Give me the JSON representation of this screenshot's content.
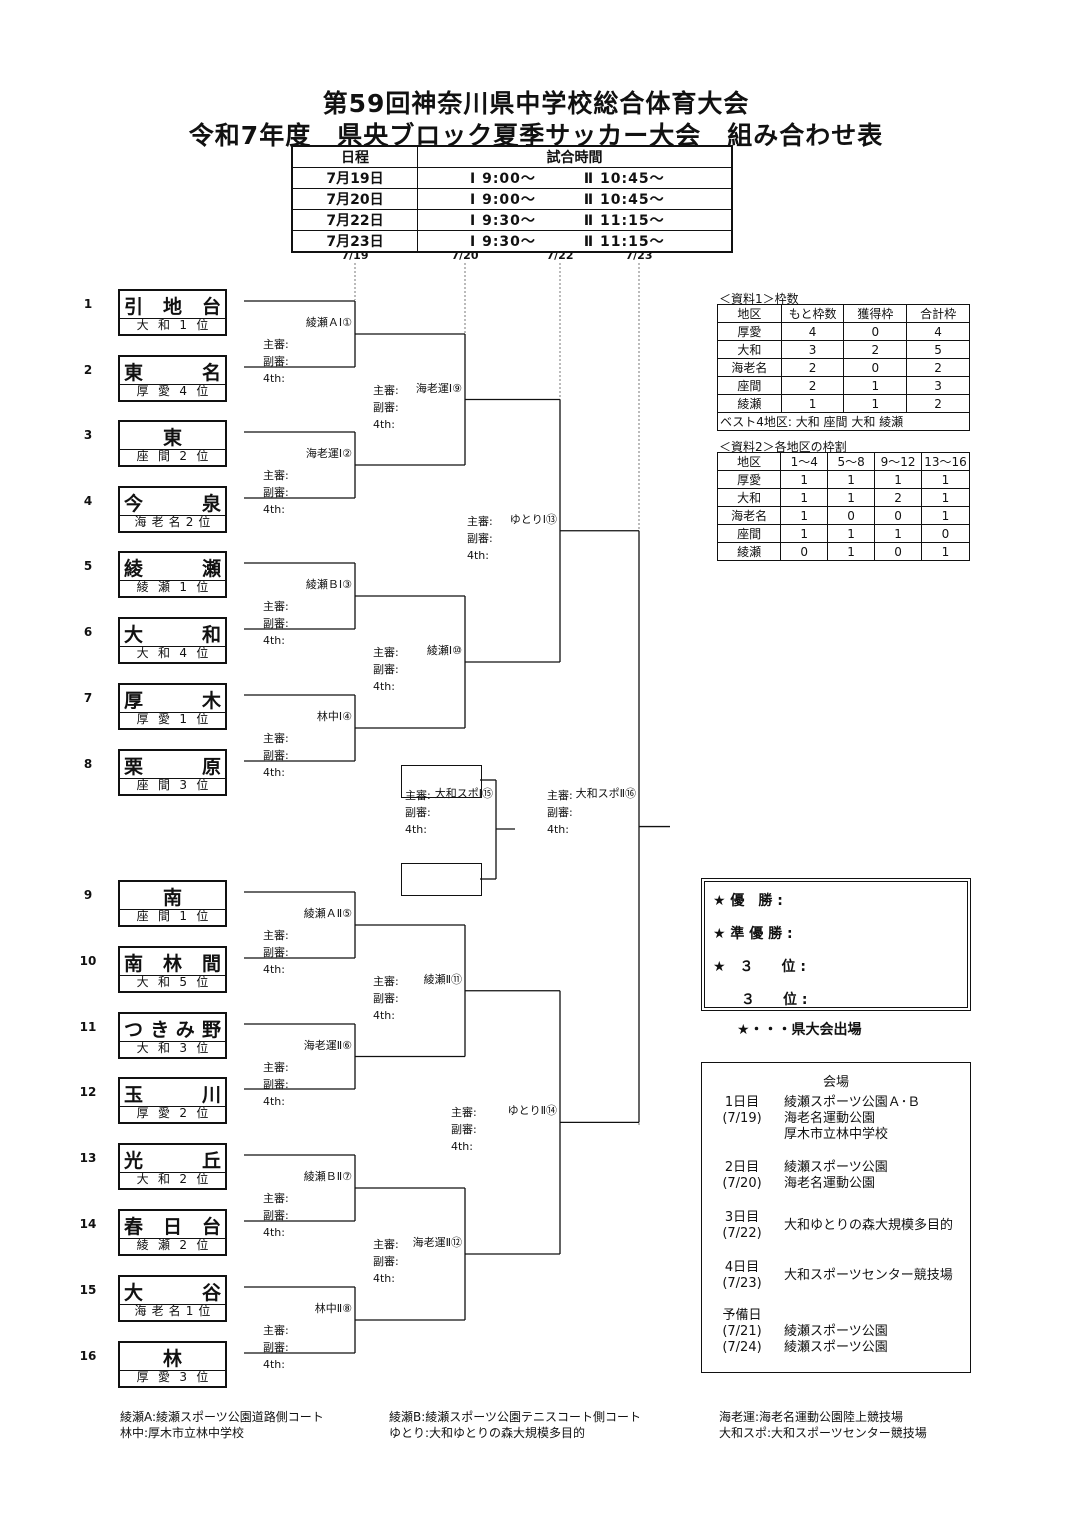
{
  "header": {
    "title1": "第59回神奈川県中学校総合体育大会",
    "title2": "令和7年度　県央ブロック夏季サッカー大会　組み合わせ表"
  },
  "schedule": {
    "col_date": "日程",
    "col_time": "試合時間",
    "rows": [
      {
        "date": "7月19日",
        "t1": "Ⅰ 9:00～",
        "t2": "Ⅱ 10:45～"
      },
      {
        "date": "7月20日",
        "t1": "Ⅰ 9:00～",
        "t2": "Ⅱ 10:45～"
      },
      {
        "date": "7月22日",
        "t1": "Ⅰ 9:30～",
        "t2": "Ⅱ 11:15～"
      },
      {
        "date": "7月23日",
        "t1": "Ⅰ 9:30～",
        "t2": "Ⅱ 11:15～"
      }
    ]
  },
  "round_dates": [
    "7/19",
    "7/20",
    "7/22",
    "7/23"
  ],
  "teams": [
    {
      "seed": "1",
      "name_l": "引",
      "name_m": "地",
      "name_r": "台",
      "region": [
        "大",
        "和",
        "1",
        "位"
      ]
    },
    {
      "seed": "2",
      "name_l": "東",
      "name_m": "",
      "name_r": "名",
      "region": [
        "厚",
        "愛",
        "4",
        "位"
      ]
    },
    {
      "seed": "3",
      "name_l": "",
      "name_m": "東",
      "name_r": "",
      "region": [
        "座",
        "間",
        "2",
        "位"
      ]
    },
    {
      "seed": "4",
      "name_l": "今",
      "name_m": "",
      "name_r": "泉",
      "region": [
        "海",
        "老",
        "名",
        "2",
        "位"
      ]
    },
    {
      "seed": "5",
      "name_l": "綾",
      "name_m": "",
      "name_r": "瀬",
      "region": [
        "綾",
        "瀬",
        "1",
        "位"
      ]
    },
    {
      "seed": "6",
      "name_l": "大",
      "name_m": "",
      "name_r": "和",
      "region": [
        "大",
        "和",
        "4",
        "位"
      ]
    },
    {
      "seed": "7",
      "name_l": "厚",
      "name_m": "",
      "name_r": "木",
      "region": [
        "厚",
        "愛",
        "1",
        "位"
      ]
    },
    {
      "seed": "8",
      "name_l": "栗",
      "name_m": "",
      "name_r": "原",
      "region": [
        "座",
        "間",
        "3",
        "位"
      ]
    },
    {
      "seed": "9",
      "name_l": "",
      "name_m": "南",
      "name_r": "",
      "region": [
        "座",
        "間",
        "1",
        "位"
      ]
    },
    {
      "seed": "10",
      "name_l": "南",
      "name_m": "林",
      "name_r": "間",
      "region": [
        "大",
        "和",
        "5",
        "位"
      ]
    },
    {
      "seed": "11",
      "name_l": "つ",
      "name_m": "き み",
      "name_r": "野",
      "region": [
        "大",
        "和",
        "3",
        "位"
      ]
    },
    {
      "seed": "12",
      "name_l": "玉",
      "name_m": "",
      "name_r": "川",
      "region": [
        "厚",
        "愛",
        "2",
        "位"
      ]
    },
    {
      "seed": "13",
      "name_l": "光",
      "name_m": "",
      "name_r": "丘",
      "region": [
        "大",
        "和",
        "2",
        "位"
      ]
    },
    {
      "seed": "14",
      "name_l": "春",
      "name_m": "日",
      "name_r": "台",
      "region": [
        "綾",
        "瀬",
        "2",
        "位"
      ]
    },
    {
      "seed": "15",
      "name_l": "大",
      "name_m": "",
      "name_r": "谷",
      "region": [
        "海",
        "老",
        "名",
        "1",
        "位"
      ]
    },
    {
      "seed": "16",
      "name_l": "",
      "name_m": "林",
      "name_r": "",
      "region": [
        "厚",
        "愛",
        "3",
        "位"
      ]
    }
  ],
  "matches": [
    {
      "label": "綾瀬ＡⅠ①"
    },
    {
      "label": "海老運Ⅰ②"
    },
    {
      "label": "綾瀬ＢⅠ③"
    },
    {
      "label": "林中Ⅰ④"
    },
    {
      "label": "綾瀬ＡⅡ⑤"
    },
    {
      "label": "海老運Ⅱ⑥"
    },
    {
      "label": "綾瀬ＢⅡ⑦"
    },
    {
      "label": "林中Ⅱ⑧"
    },
    {
      "label": "海老運Ⅰ⑨"
    },
    {
      "label": "綾瀬Ⅰ⑩"
    },
    {
      "label": "綾瀬Ⅱ⑪"
    },
    {
      "label": "海老運Ⅱ⑫"
    },
    {
      "label": "ゆとりⅠ⑬"
    },
    {
      "label": "ゆとりⅡ⑭"
    },
    {
      "label": "大和スポⅠ⑮"
    },
    {
      "label": "大和スポⅡ⑯"
    }
  ],
  "referee": {
    "main": "主審:",
    "sub": "副審:",
    "fourth": "4th:"
  },
  "quota_table": {
    "caption": "＜資料1＞枠数",
    "headers": [
      "地区",
      "もと枠数",
      "獲得枠",
      "合計枠"
    ],
    "rows": [
      [
        "厚愛",
        "4",
        "0",
        "4"
      ],
      [
        "大和",
        "3",
        "2",
        "5"
      ],
      [
        "海老名",
        "2",
        "0",
        "2"
      ],
      [
        "座間",
        "2",
        "1",
        "3"
      ],
      [
        "綾瀬",
        "1",
        "1",
        "2"
      ]
    ],
    "footer": "ベスト4地区: 大和 座間 大和 綾瀬"
  },
  "alloc_table": {
    "caption": "＜資料2＞各地区の枠割",
    "headers": [
      "地区",
      "1～4",
      "5～8",
      "9～12",
      "13～16"
    ],
    "rows": [
      [
        "厚愛",
        "1",
        "1",
        "1",
        "1"
      ],
      [
        "大和",
        "1",
        "1",
        "2",
        "1"
      ],
      [
        "海老名",
        "1",
        "0",
        "0",
        "1"
      ],
      [
        "座間",
        "1",
        "1",
        "1",
        "0"
      ],
      [
        "綾瀬",
        "0",
        "1",
        "0",
        "1"
      ]
    ]
  },
  "results": {
    "rows": [
      "★ 優　勝 :",
      "★ 準 優 勝 :",
      "★　３　　位 :",
      "　　３　　位 :"
    ],
    "note": "★・・・県大会出場"
  },
  "venue": {
    "title": "会場",
    "days": [
      {
        "day": "1日目\n(7/19)",
        "place": "綾瀬スポーツ公園Ａ･Ｂ\n海老名運動公園\n厚木市立林中学校"
      },
      {
        "day": "2日目\n(7/20)",
        "place": "綾瀬スポーツ公園\n海老名運動公園"
      },
      {
        "day": "3日目\n(7/22)",
        "place": "大和ゆとりの森大規模多目的"
      },
      {
        "day": "4日目\n(7/23)",
        "place": "大和スポーツセンター競技場"
      },
      {
        "day": "予備日\n(7/21)\n(7/24)",
        "place": "\n綾瀬スポーツ公園\n綾瀬スポーツ公園"
      }
    ]
  },
  "footnotes": [
    "綾瀬A:綾瀬スポーツ公園道路側コート",
    "林中:厚木市立林中学校",
    "綾瀬B:綾瀬スポーツ公園テニスコート側コート",
    "ゆとり:大和ゆとりの森大規模多目的",
    "海老運:海老名運動公園陸上競技場",
    "大和スポ:大和スポーツセンター競技場"
  ]
}
